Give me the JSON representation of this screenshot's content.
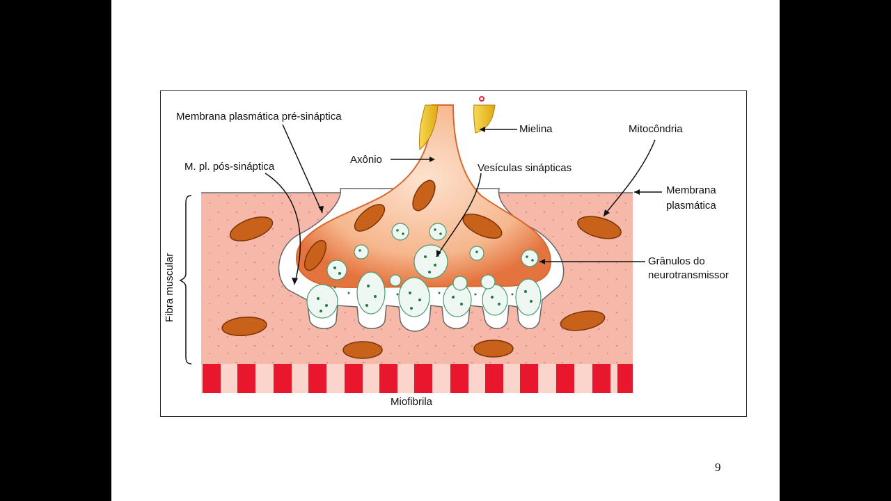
{
  "labels": {
    "membrana_pre": "Membrana plasmática pré-sináptica",
    "mielina": "Mielina",
    "mitocondria": "Mitocôndria",
    "axonio": "Axônio",
    "vesiculas": "Vesículas sinápticas",
    "pos_sinaptica": "M. pl. pós-sináptica",
    "membrana_1": "Membrana",
    "membrana_2": "plasmática",
    "granulos_1": "Grânulos do",
    "granulos_2": "neurotransmissor",
    "fibra": "Fibra muscular",
    "miofibrila": "Miofibrila"
  },
  "page_number": "9",
  "colors": {
    "muscle": "#f6b8a8",
    "axon": "#f7c29a",
    "terminal_edge": "#e77a44",
    "myelin": "#f2c530",
    "mitochondria": "#c15a14",
    "granule": "#1f7a4a",
    "myofibril": "#e8172e"
  }
}
